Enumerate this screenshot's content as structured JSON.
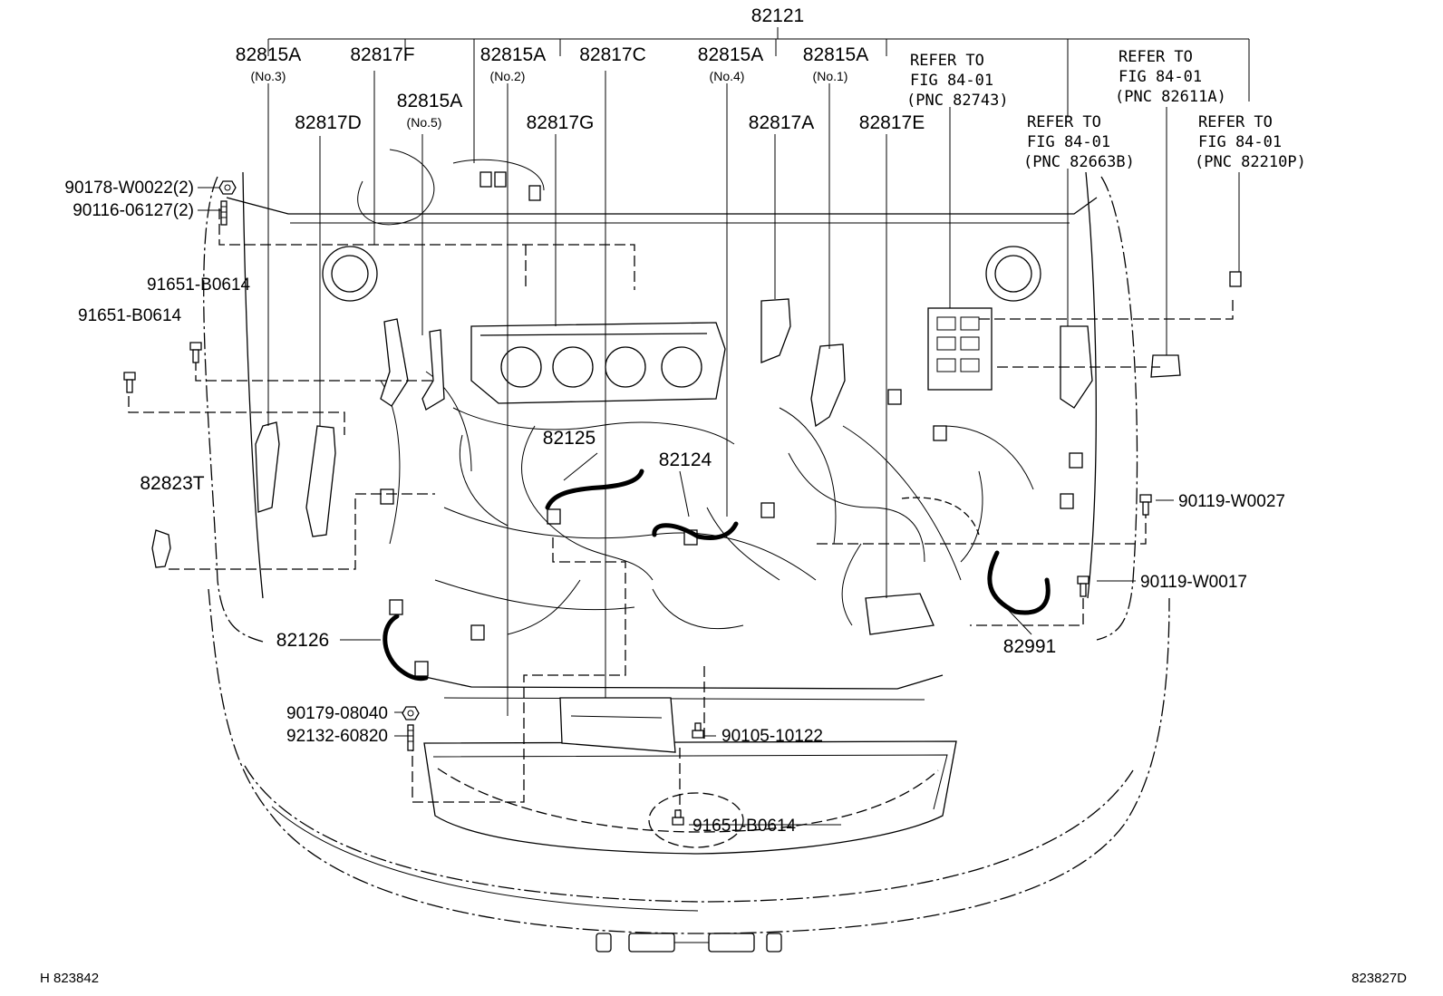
{
  "diagram": {
    "main_part": "82121",
    "top_labels": [
      {
        "pn": "82815A",
        "sub": "(No.3)"
      },
      {
        "pn": "82817F",
        "sub": ""
      },
      {
        "pn": "82815A",
        "sub": "(No.2)"
      },
      {
        "pn": "82817C",
        "sub": ""
      },
      {
        "pn": "82815A",
        "sub": "(No.4)"
      },
      {
        "pn": "82815A",
        "sub": "(No.1)"
      }
    ],
    "second_row_labels": [
      {
        "pn": "82817D",
        "sub": ""
      },
      {
        "pn": "82815A",
        "sub": "(No.5)"
      },
      {
        "pn": "82817G",
        "sub": ""
      },
      {
        "pn": "82817A",
        "sub": ""
      },
      {
        "pn": "82817E",
        "sub": ""
      }
    ],
    "refer_notes": [
      {
        "line1": "REFER TO",
        "line2": "FIG 84-01",
        "line3": "(PNC 82743)"
      },
      {
        "line1": "REFER TO",
        "line2": "FIG 84-01",
        "line3": "(PNC 82611A)"
      },
      {
        "line1": "REFER TO",
        "line2": "FIG 84-01",
        "line3": "(PNC 82663B)"
      },
      {
        "line1": "REFER TO",
        "line2": "FIG 84-01",
        "line3": "(PNC 82210P)"
      }
    ],
    "fastener_labels": [
      "90178-W0022(2)",
      "90116-06127(2)",
      "91651-B0614",
      "91651-B0614",
      "90119-W0027",
      "90119-W0017",
      "90179-08040",
      "92132-60820",
      "90105-10122",
      "91651-B0614"
    ],
    "harness_labels": [
      "82125",
      "82124",
      "82823T",
      "82126",
      "82991"
    ],
    "caption_left": "H 823842",
    "caption_right": "823827D"
  }
}
